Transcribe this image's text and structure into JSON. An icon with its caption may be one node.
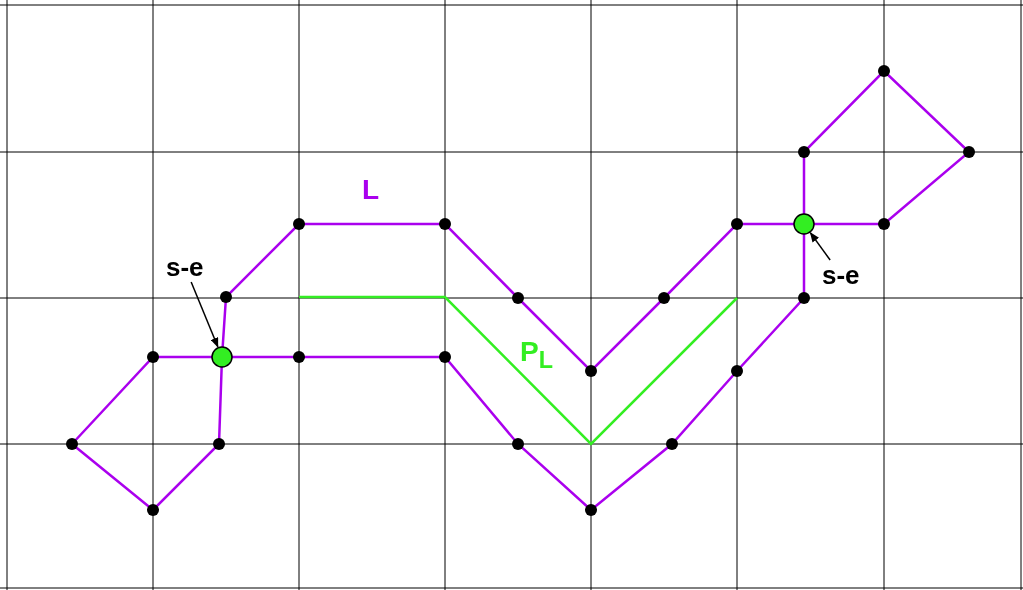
{
  "diagram": {
    "nodes": [
      {
        "text": [
          "s-e"
        ]
      },
      {
        "text": [],
        "shape": "circle"
      },
      {
        "text": [
          "s-e"
        ]
      },
      {
        "text": [],
        "shape": "circle"
      }
    ],
    "edges": [
      {
        "from": 0,
        "to": 1,
        "arrow": "to"
      },
      {
        "from": 2,
        "to": 3,
        "arrow": "to"
      }
    ],
    "labels": [
      "L",
      "P$_{L}$"
    ]
  }
}
